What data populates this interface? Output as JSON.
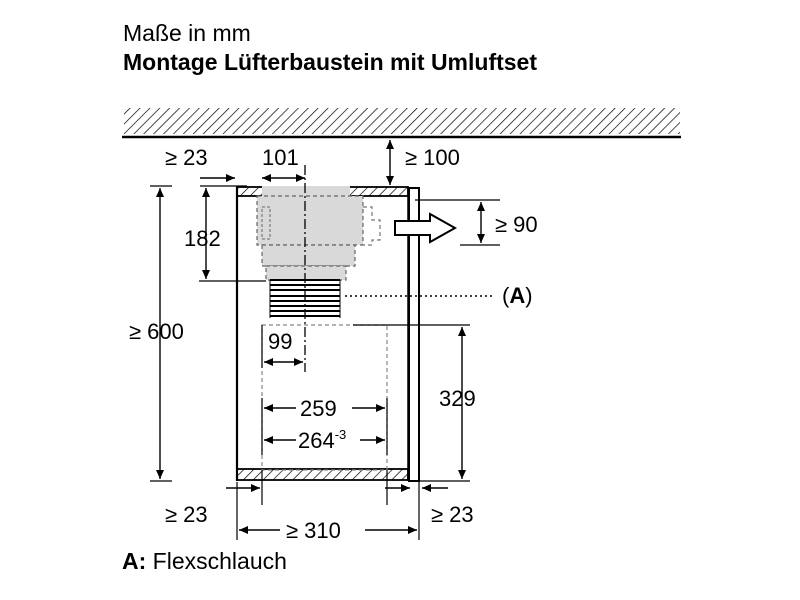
{
  "header": {
    "units": "Maße in mm",
    "title": "Montage Lüfterbaustein mit Umluftset"
  },
  "dimensions": {
    "side_gap_top": "≥ 23",
    "fan_width": "101",
    "ceiling_gap": "≥ 100",
    "outlet_height": "≥ 90",
    "fan_height": "182",
    "cabinet_height": "≥ 600",
    "hose_offset": "99",
    "lower_height": "329",
    "inner_width_a": "259",
    "inner_width_b": "264",
    "inner_width_b_tolerance": "-3",
    "side_gap_bottom_left": "≥ 23",
    "side_gap_bottom_right": "≥ 23",
    "cabinet_width": "≥ 310"
  },
  "callout": {
    "label": "A"
  },
  "legend": {
    "key": "A:",
    "text": "Flexschlauch"
  },
  "colors": {
    "line": "#000000",
    "fan_fill": "#d9d9d9",
    "dash": "#777777"
  }
}
